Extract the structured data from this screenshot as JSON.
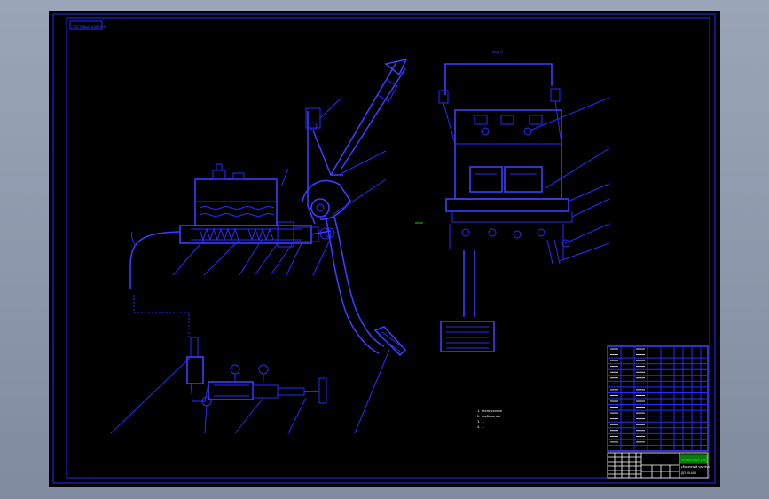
{
  "drawing": {
    "stamp": "тестовый шаблон",
    "view_label": "вид А",
    "notes": [
      "1. технические",
      "2. требования",
      "3. ...",
      "4. ..."
    ],
    "title_block": {
      "name": "педальный узел",
      "subtitle": "сборочный чертёж",
      "code": "ДП 00.000"
    },
    "parts_list_rows": 18,
    "leader_count": 22
  },
  "colors": {
    "background": "#000000",
    "lines": "#2a2aff",
    "frame_outer": "#7f8ca0",
    "accent_green": "#19c819",
    "text_white": "#ffffff"
  }
}
